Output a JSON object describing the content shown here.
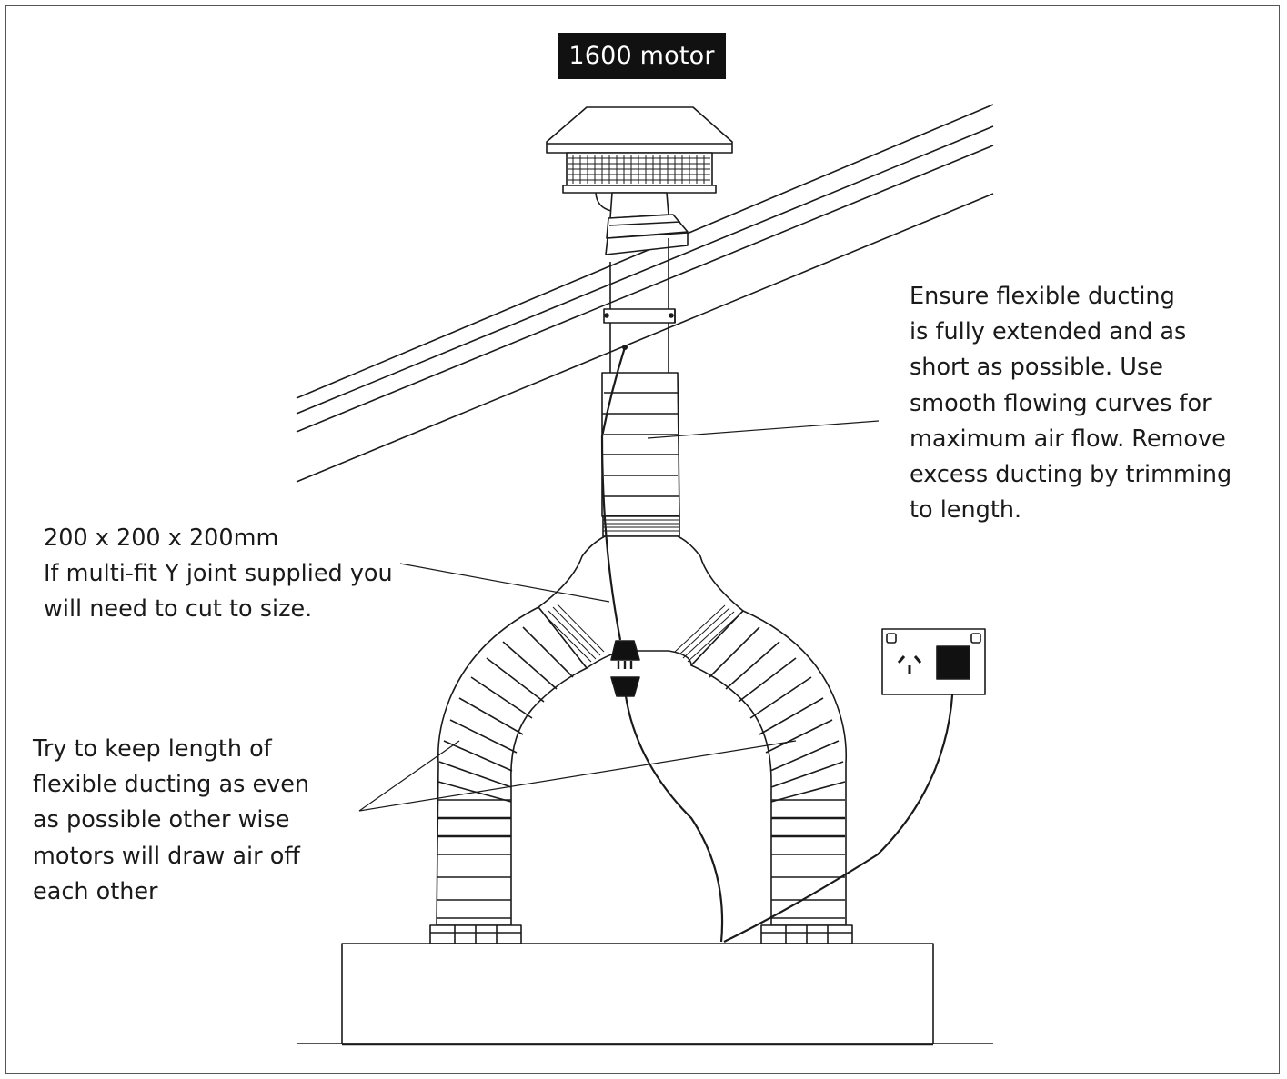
{
  "title": {
    "label": "1600 motor"
  },
  "notes": {
    "ducting": {
      "lines": [
        "Ensure flexible ducting",
        "is fully extended and as",
        "short as possible. Use",
        "smooth flowing curves for",
        "maximum air flow. Remove",
        "excess ducting by trimming",
        "to length."
      ]
    },
    "yjoint": {
      "lines": [
        "200 x 200 x 200mm",
        "If multi-fit Y joint supplied you",
        "will need to cut to size."
      ]
    },
    "even": {
      "lines": [
        "Try to keep length of",
        "flexible ducting as even",
        "as possible other wise",
        "motors will draw air off",
        "each other"
      ]
    }
  },
  "colors": {
    "ink": "#1a1a1a",
    "title_bg": "#111111",
    "title_fg": "#ffffff",
    "frame": "#555555"
  }
}
